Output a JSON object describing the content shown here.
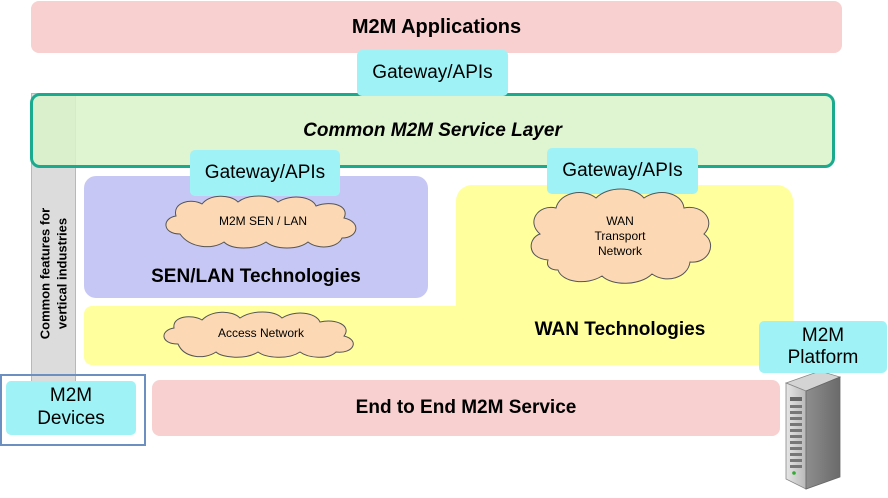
{
  "diagram": {
    "m2m_applications": "M2M Applications",
    "gateway_top": "Gateway/APIs",
    "service_layer": "Common M2M Service Layer",
    "gateway_left": "Gateway/APIs",
    "gateway_right": "Gateway/APIs",
    "sen_lan_cloud": "M2M SEN / LAN",
    "sen_lan_technologies": "SEN/LAN Technologies",
    "wan_cloud_line1": "WAN",
    "wan_cloud_line2": "Transport",
    "wan_cloud_line3": "Network",
    "wan_technologies": "WAN Technologies",
    "access_network": "Access Network",
    "vertical_label_line1": "Common features for",
    "vertical_label_line2": "vertical industries",
    "m2m_devices_line1": "M2M",
    "m2m_devices_line2": "Devices",
    "end_to_end": "End to End M2M Service",
    "m2m_platform_line1": "M2M",
    "m2m_platform_line2": "Platform",
    "server_icon": "server-icon"
  },
  "colors": {
    "pink": "#f8d0d0",
    "service_green": "#d9f2c8",
    "service_border": "#1aab8f",
    "lavender": "#c7c7f5",
    "yellow": "#ffff9e",
    "cyan": "#9ff3f6",
    "cloud_fill": "#fcd9b4",
    "vertical_bar": "#dcdcdc"
  }
}
